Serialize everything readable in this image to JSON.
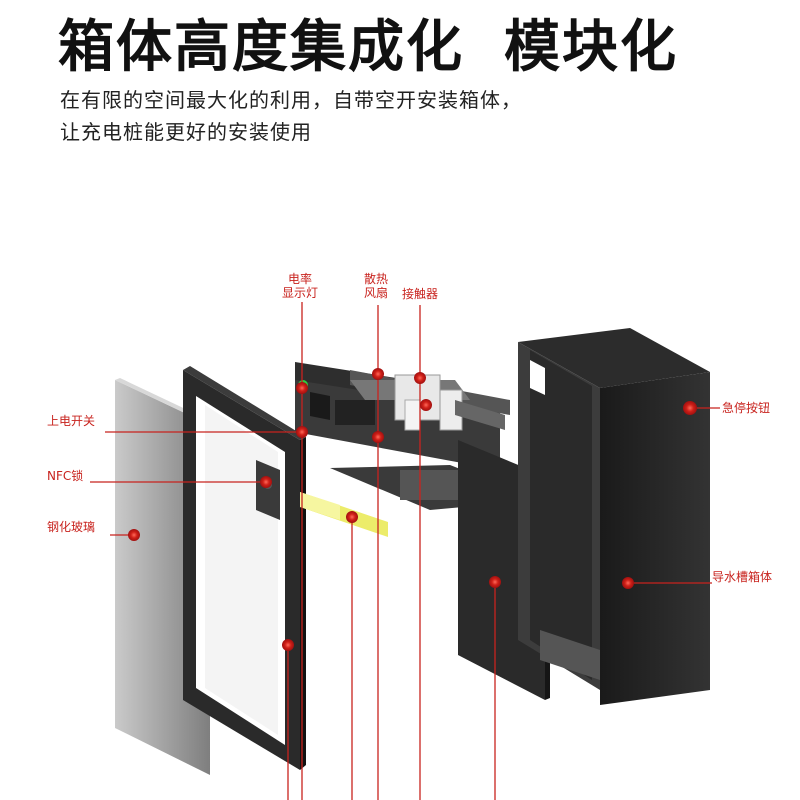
{
  "header": {
    "title_part1": "箱体高度集成化",
    "title_part2": "模块化",
    "subtitle_line1": "在有限的空间最大化的利用，自带空开安装箱体，",
    "subtitle_line2": "让充电桩能更好的安装使用"
  },
  "labels": {
    "power_indicator_line1": "电率",
    "power_indicator_line2": "显示灯",
    "cooling_fan_line1": "散热",
    "cooling_fan_line2": "风扇",
    "contactor": "接触器",
    "power_switch": "上电开关",
    "nfc_lock": "NFC锁",
    "tempered_glass": "钢化玻璃",
    "emergency_stop": "急停按钮",
    "drain_box": "导水槽箱体"
  },
  "colors": {
    "accent": "#c8231e",
    "panel_dark": "#2a2a2a",
    "glass": "#8a8a8a",
    "background": "#ffffff"
  }
}
